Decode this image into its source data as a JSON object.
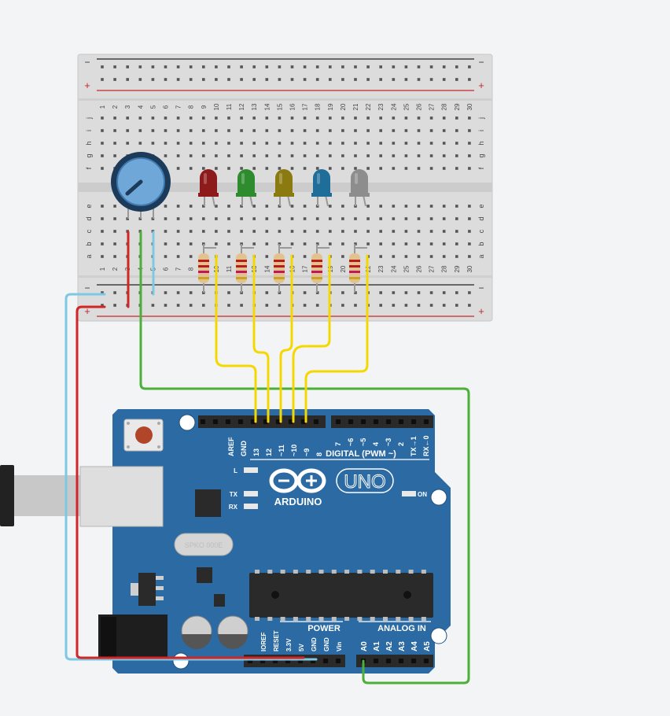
{
  "breadboard": {
    "columns": [
      "1",
      "2",
      "3",
      "4",
      "5",
      "6",
      "7",
      "8",
      "9",
      "10",
      "11",
      "12",
      "13",
      "14",
      "15",
      "16",
      "17",
      "18",
      "19",
      "20",
      "21",
      "22",
      "23",
      "24",
      "25",
      "26",
      "27",
      "28",
      "29",
      "30"
    ],
    "top_rows": [
      "j",
      "i",
      "h",
      "g",
      "f"
    ],
    "bottom_rows": [
      "e",
      "d",
      "c",
      "b",
      "a"
    ],
    "rail_minus": "−",
    "rail_plus": "+"
  },
  "leds": [
    {
      "color_name": "red",
      "color": "#8e1b1b"
    },
    {
      "color_name": "green",
      "color": "#2e8b2e"
    },
    {
      "color_name": "yellow",
      "color": "#8a7a10"
    },
    {
      "color_name": "blue",
      "color": "#1f6e9a"
    },
    {
      "color_name": "gray",
      "color": "#8d8d8d"
    }
  ],
  "wire_colors": {
    "signal": "#f5d800",
    "power": "#d22525",
    "ground": "#7ec8e3",
    "analog": "#4caf3a"
  },
  "arduino": {
    "board_color": "#2b6aa3",
    "brand": "ARDUINO",
    "model": "UNO",
    "digital_header_label": "DIGITAL (PWM ~)",
    "digital_pins_left": [
      "AREF",
      "GND",
      "13",
      "12",
      "~11",
      "~10",
      "~9",
      "8"
    ],
    "digital_pins_right": [
      "7",
      "~6",
      "~5",
      "4",
      "~3",
      "2",
      "TX→1",
      "RX←0"
    ],
    "power_header_label": "POWER",
    "power_pins": [
      "IOREF",
      "RESET",
      "3.3V",
      "5V",
      "GND",
      "GND",
      "Vin"
    ],
    "analog_header_label": "ANALOG IN",
    "analog_pins": [
      "A0",
      "A1",
      "A2",
      "A3",
      "A4",
      "A5"
    ],
    "led_labels": {
      "l": "L",
      "tx": "TX",
      "rx": "RX",
      "on": "ON"
    },
    "crystal_label": "SPKO 000E"
  }
}
